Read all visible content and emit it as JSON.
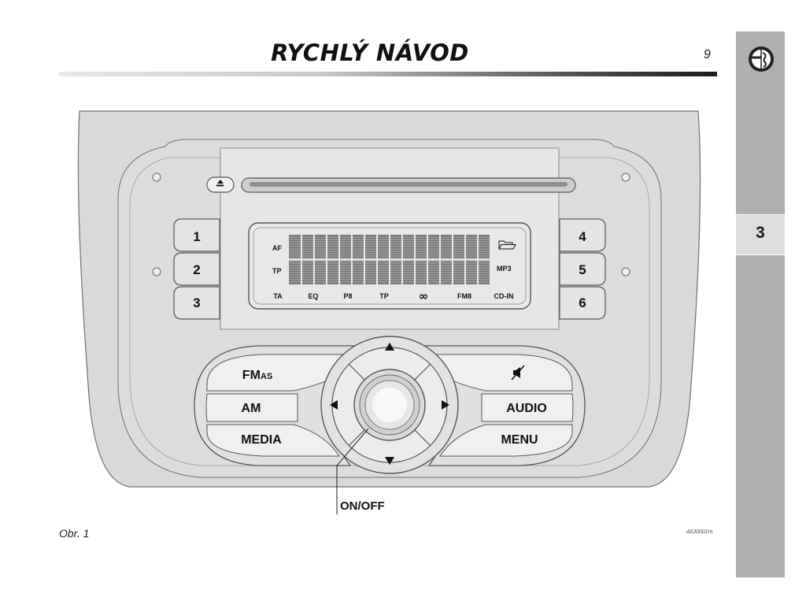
{
  "header": {
    "title": "RYCHLÝ NÁVOD",
    "page_number": "9"
  },
  "side_tab": {
    "chapter": "3"
  },
  "figure": {
    "presets_left": [
      "1",
      "2",
      "3"
    ],
    "presets_right": [
      "4",
      "5",
      "6"
    ],
    "display": {
      "left_labels": [
        "AF",
        "TP"
      ],
      "right_label": "MP3",
      "bottom_labels": [
        "TA",
        "EQ",
        "P8",
        "TP",
        "∞",
        "FM8",
        "CD-IN"
      ]
    },
    "left_buttons": {
      "fmas_main": "FM",
      "fmas_sub": "AS",
      "am": "AM",
      "media": "MEDIA"
    },
    "right_buttons": {
      "audio": "AUDIO",
      "menu": "MENU"
    },
    "on_off_label": "ON/OFF"
  },
  "caption": "Obr. 1",
  "figure_code": "A0J0001m",
  "icons": [
    "eject-icon",
    "folder-icon",
    "mute-icon",
    "arrow-up-icon",
    "arrow-down-icon",
    "arrow-left-icon",
    "arrow-right-icon",
    "brand-logo"
  ]
}
